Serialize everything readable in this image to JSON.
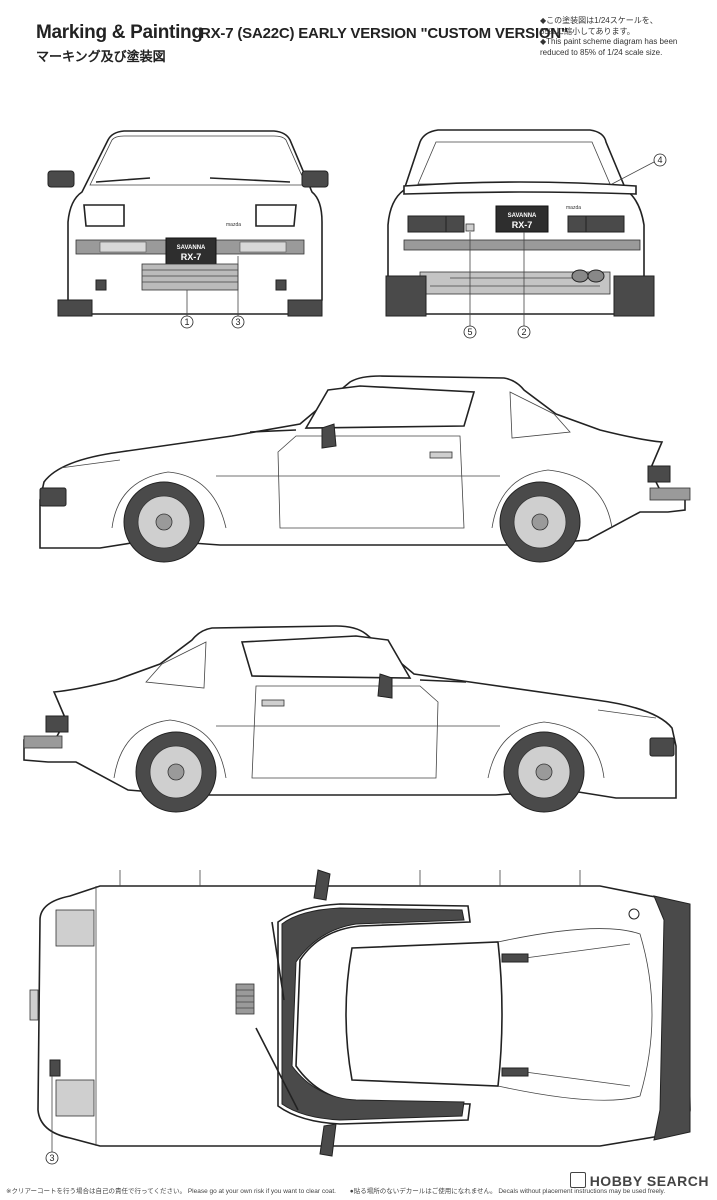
{
  "header": {
    "title": "Marking & Painting",
    "subtitle_jp": "マーキング及び塗装図",
    "model": "RX-7 (SA22C) EARLY VERSION \"CUSTOM VERSION\"",
    "note_lines": [
      "◆この塗装図は1/24スケールを、",
      "85%に縮小してあります。",
      "◆This paint scheme diagram has been",
      "reduced to 85% of 1/24 scale size."
    ]
  },
  "plate": {
    "line1": "SAVANNA",
    "line2": "RX-7"
  },
  "badge": "mazda",
  "callouts": [
    "1",
    "3",
    "4",
    "5",
    "2",
    "3"
  ],
  "footer": {
    "left": "※クリアーコートを行う場合は自己の責任で行ってください。 Please go at your own risk if you want to clear coat.",
    "right": "●貼る場所のないデカールはご使用になれません。 Decals without placement instructions may be used freely."
  },
  "brand": "HOBBY SEARCH"
}
